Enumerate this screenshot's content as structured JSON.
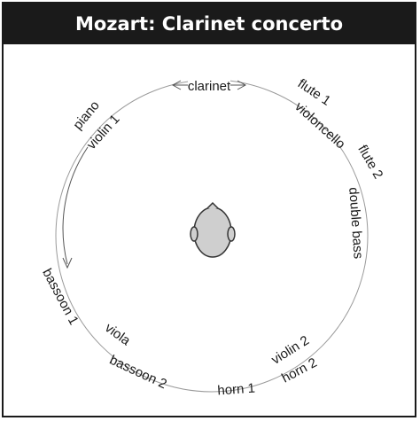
{
  "title": "Mozart: Clarinet concerto",
  "instruments": [
    "clarinet",
    "flute 1",
    "violoncello",
    "flute 2",
    "double bass",
    "violin 2",
    "horn 2",
    "horn 1",
    "bassoon 2",
    "viola",
    "bassoon 1",
    "violin 1",
    "piano"
  ],
  "colors": {
    "header_bg": "#1a1a1a",
    "header_text": "#ffffff",
    "circle": "#9a9a9a",
    "head_fill": "#cfcfcf"
  },
  "icons": {
    "listener": "listener-head-icon",
    "direction": "direction-arrow-icon"
  }
}
